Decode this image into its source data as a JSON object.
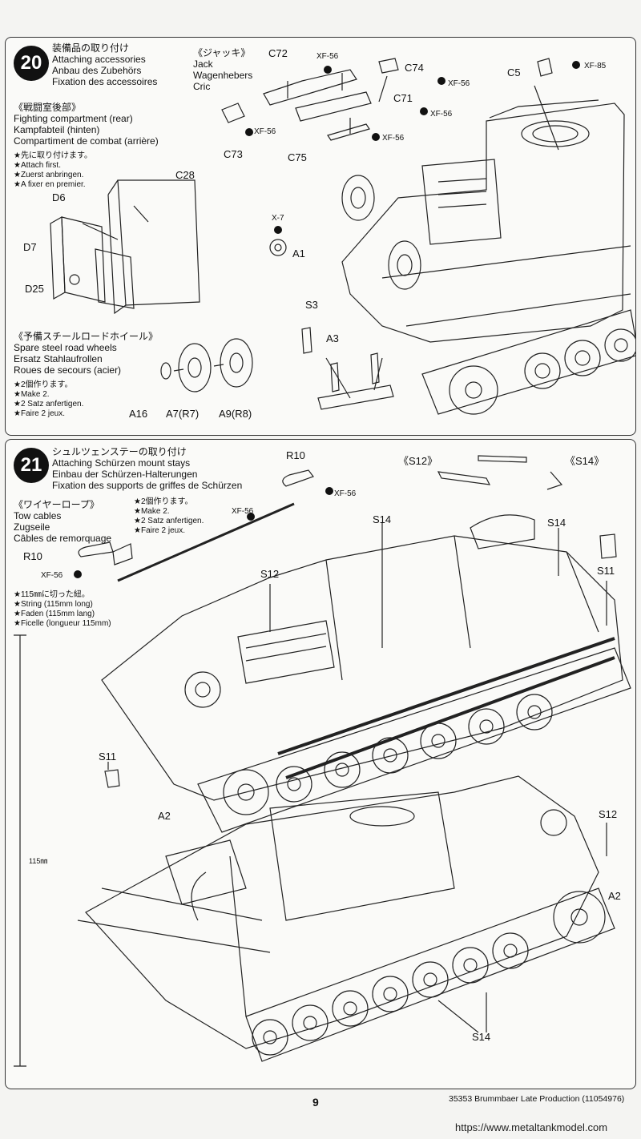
{
  "step20": {
    "number": "20",
    "title": [
      "装備品の取り付け",
      "Attaching accessories",
      "Anbau des Zubehörs",
      "Fixation des accessoires"
    ],
    "jack": [
      "《ジャッキ》",
      "Jack",
      "Wagenhebers",
      "Cric"
    ],
    "fighting": [
      "《戦闘室後部》",
      "Fighting compartment (rear)",
      "Kampfabteil (hinten)",
      "Compartiment de combat (arrière)"
    ],
    "attach_first": [
      "★先に取り付けます。",
      "★Attach first.",
      "★Zuerst anbringen.",
      "★A fixer en premier."
    ],
    "spare": [
      "《予備スチールロードホイール》",
      "Spare steel road wheels",
      "Ersatz Stahlaufrollen",
      "Roues de secours (acier)"
    ],
    "make2": [
      "★2個作ります。",
      "★Make 2.",
      "★2 Satz anfertigen.",
      "★Faire 2 jeux."
    ],
    "parts": {
      "c72": "C72",
      "c74": "C74",
      "c71": "C71",
      "c73": "C73",
      "c75": "C75",
      "c5": "C5",
      "c28": "C28",
      "d6": "D6",
      "d7": "D7",
      "d25": "D25",
      "a1": "A1",
      "x7": "X-7",
      "s3": "S3",
      "a3": "A3",
      "a16": "A16",
      "a7": "A7(R7)",
      "a9": "A9(R8)"
    },
    "paints": {
      "xf56": "XF-56",
      "xf85": "XF-85"
    }
  },
  "step21": {
    "number": "21",
    "title": [
      "シュルツェンステーの取り付け",
      "Attaching Schürzen mount stays",
      "Einbau der Schürzen-Halterungen",
      "Fixation des supports de griffes de Schürzen"
    ],
    "tow": [
      "《ワイヤーロープ》",
      "Tow cables",
      "Zugseile",
      "Câbles de remorquage"
    ],
    "make2": [
      "★2個作ります。",
      "★Make 2.",
      "★2 Satz anfertigen.",
      "★Faire 2 jeux."
    ],
    "string": [
      "★115㎜に切った紐。",
      "★String (115mm long)",
      "★Faden (115mm lang)",
      "★Ficelle (longueur 115mm)"
    ],
    "parts": {
      "r10": "R10",
      "s12": "S12",
      "s14": "S14",
      "s11": "S11",
      "a2": "A2",
      "s12b": "《S12》",
      "s14b": "《S14》"
    },
    "paints": {
      "xf56": "XF-56"
    },
    "ruler": "115㎜"
  },
  "footer": {
    "page": "9",
    "code": "35353  Brummbaer Late Production (11054976)",
    "url": "https://www.metaltankmodel.com"
  }
}
